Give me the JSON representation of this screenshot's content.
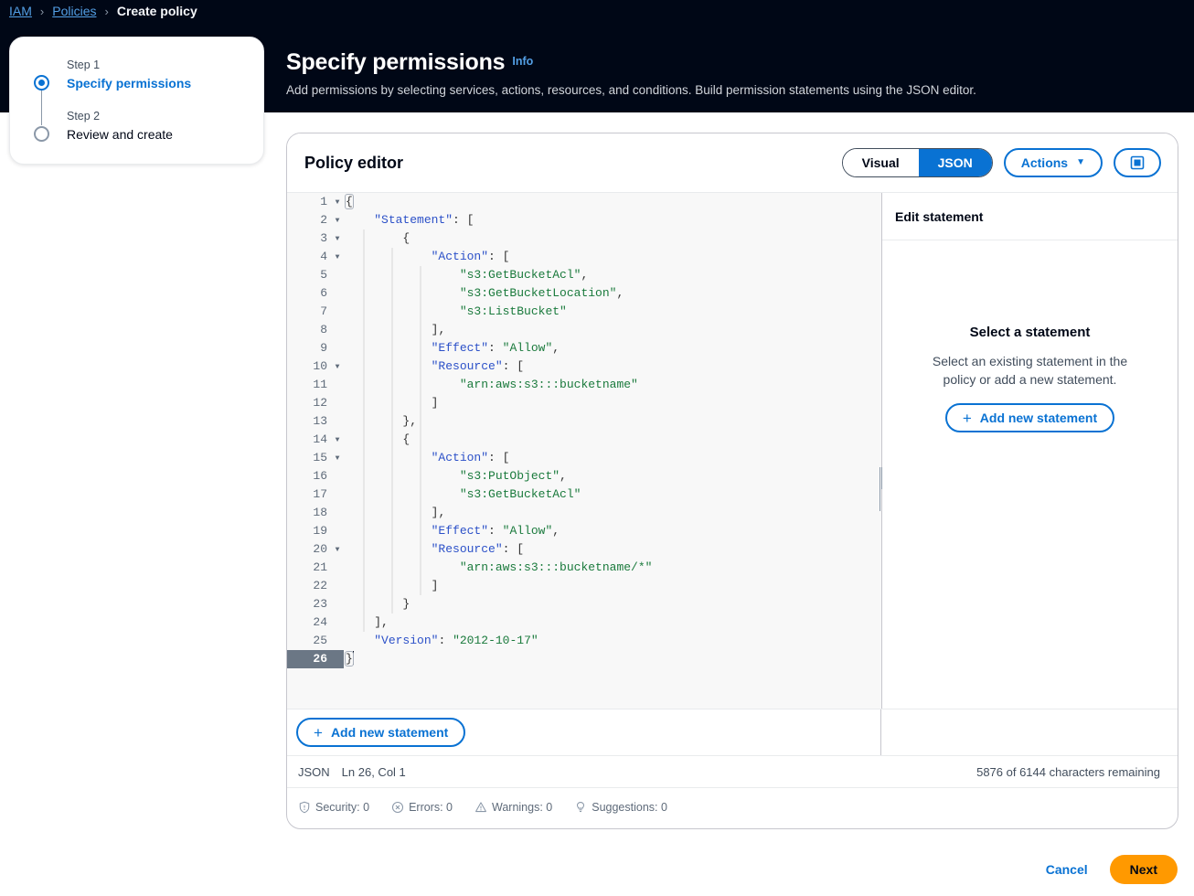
{
  "breadcrumb": {
    "items": [
      {
        "label": "IAM",
        "type": "link"
      },
      {
        "label": "Policies",
        "type": "link"
      },
      {
        "label": "Create policy",
        "type": "current"
      }
    ],
    "separator": "›"
  },
  "header": {
    "title": "Specify permissions",
    "info_label": "Info",
    "description": "Add permissions by selecting services, actions, resources, and conditions. Build permission statements using the JSON editor."
  },
  "stepper": {
    "steps": [
      {
        "step_label": "Step 1",
        "name": "Specify permissions",
        "state": "active"
      },
      {
        "step_label": "Step 2",
        "name": "Review and create",
        "state": "inactive"
      }
    ]
  },
  "editor": {
    "title": "Policy editor",
    "view_toggle": {
      "options": [
        "Visual",
        "JSON"
      ],
      "selected": "JSON"
    },
    "actions_label": "Actions",
    "actions_caret": "▼",
    "fullscreen_icon": "fullscreen-icon",
    "add_statement_label": "Add new statement",
    "code_lines": [
      {
        "n": 1,
        "fold": true,
        "text": "{",
        "indent": 0
      },
      {
        "n": 2,
        "fold": true,
        "text": "\"Statement\": [",
        "indent": 1
      },
      {
        "n": 3,
        "fold": true,
        "text": "{",
        "indent": 2
      },
      {
        "n": 4,
        "fold": true,
        "text": "\"Action\": [",
        "indent": 3
      },
      {
        "n": 5,
        "fold": false,
        "text": "\"s3:GetBucketAcl\",",
        "indent": 4
      },
      {
        "n": 6,
        "fold": false,
        "text": "\"s3:GetBucketLocation\",",
        "indent": 4
      },
      {
        "n": 7,
        "fold": false,
        "text": "\"s3:ListBucket\"",
        "indent": 4
      },
      {
        "n": 8,
        "fold": false,
        "text": "],",
        "indent": 3
      },
      {
        "n": 9,
        "fold": false,
        "text": "\"Effect\": \"Allow\",",
        "indent": 3
      },
      {
        "n": 10,
        "fold": true,
        "text": "\"Resource\": [",
        "indent": 3
      },
      {
        "n": 11,
        "fold": false,
        "text": "\"arn:aws:s3:::bucketname\"",
        "indent": 4
      },
      {
        "n": 12,
        "fold": false,
        "text": "]",
        "indent": 3
      },
      {
        "n": 13,
        "fold": false,
        "text": "},",
        "indent": 2
      },
      {
        "n": 14,
        "fold": true,
        "text": "{",
        "indent": 2
      },
      {
        "n": 15,
        "fold": true,
        "text": "\"Action\": [",
        "indent": 3
      },
      {
        "n": 16,
        "fold": false,
        "text": "\"s3:PutObject\",",
        "indent": 4
      },
      {
        "n": 17,
        "fold": false,
        "text": "\"s3:GetBucketAcl\"",
        "indent": 4
      },
      {
        "n": 18,
        "fold": false,
        "text": "],",
        "indent": 3
      },
      {
        "n": 19,
        "fold": false,
        "text": "\"Effect\": \"Allow\",",
        "indent": 3
      },
      {
        "n": 20,
        "fold": true,
        "text": "\"Resource\": [",
        "indent": 3
      },
      {
        "n": 21,
        "fold": false,
        "text": "\"arn:aws:s3:::bucketname/*\"",
        "indent": 4
      },
      {
        "n": 22,
        "fold": false,
        "text": "]",
        "indent": 3
      },
      {
        "n": 23,
        "fold": false,
        "text": "}",
        "indent": 2
      },
      {
        "n": 24,
        "fold": false,
        "text": "],",
        "indent": 1
      },
      {
        "n": 25,
        "fold": false,
        "text": "\"Version\": \"2012-10-17\"",
        "indent": 1
      },
      {
        "n": 26,
        "fold": false,
        "text": "}",
        "indent": 0,
        "current": true
      }
    ],
    "fold_glyph": "▼",
    "status": {
      "language": "JSON",
      "cursor": "Ln 26, Col 1",
      "character_count": "5876 of 6144 characters remaining"
    },
    "diagnostics": [
      {
        "icon": "shield-icon",
        "label": "Security: 0"
      },
      {
        "icon": "error-icon",
        "label": "Errors: 0"
      },
      {
        "icon": "warning-icon",
        "label": "Warnings: 0"
      },
      {
        "icon": "suggestion-icon",
        "label": "Suggestions: 0"
      }
    ]
  },
  "edit_panel": {
    "header": "Edit statement",
    "empty_title": "Select a statement",
    "empty_desc": "Select an existing statement in the policy or add a new statement.",
    "add_statement_label": "Add new statement"
  },
  "footer": {
    "cancel_label": "Cancel",
    "next_label": "Next"
  },
  "colors": {
    "header_bg": "#000716",
    "accent_blue": "#0972d3",
    "link_blue": "#539fe5",
    "primary_orange": "#ff9900",
    "json_key": "#2b50c8",
    "json_string": "#1a7a3c",
    "code_bg": "#f8f8f8",
    "current_line_gutter": "#6b7785"
  }
}
